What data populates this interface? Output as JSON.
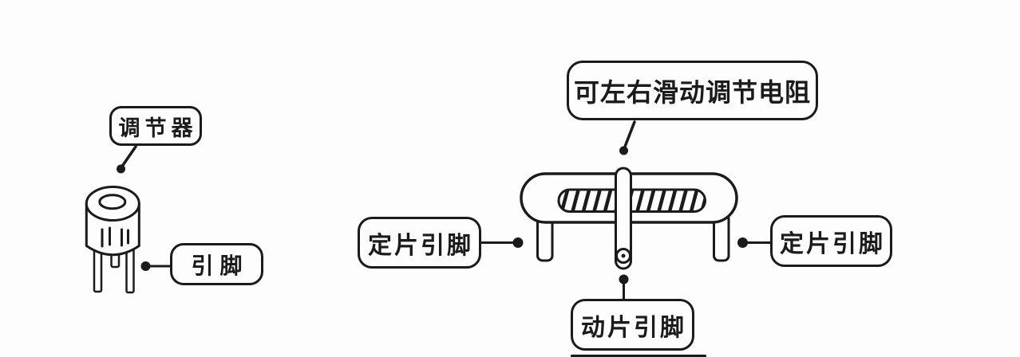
{
  "canvas": {
    "background_color": "#fdfdfd",
    "ink_color": "#1b1b1b"
  },
  "trimmer": {
    "tuner_label": "调节器",
    "pins_label": "引脚"
  },
  "slider": {
    "caption": "可左右滑动调节电阻",
    "left_fixed_pin_label": "定片引脚",
    "right_fixed_pin_label": "定片引脚",
    "moving_pin_label": "动片引脚"
  }
}
